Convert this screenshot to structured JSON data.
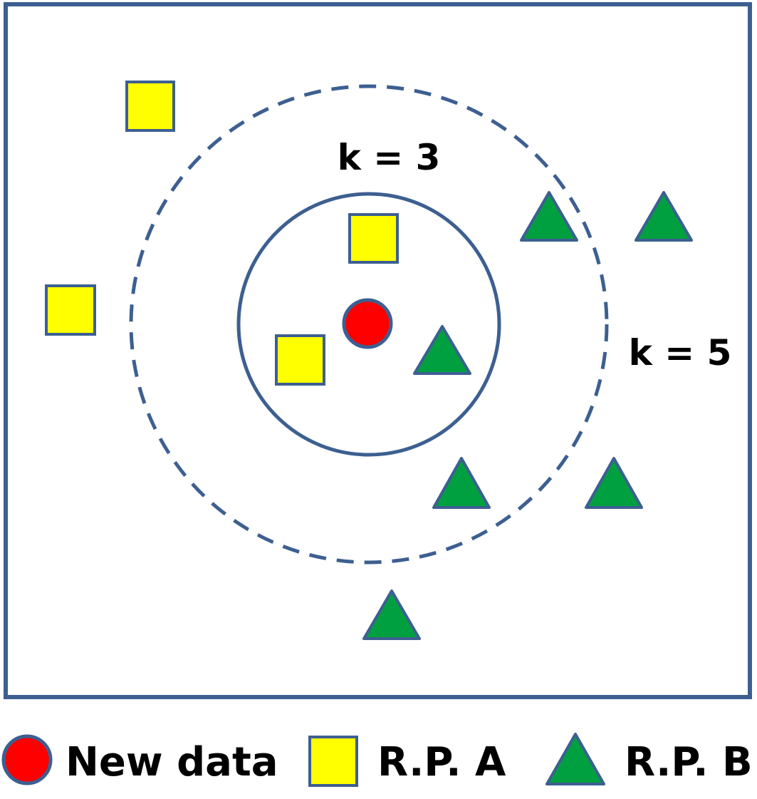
{
  "colors": {
    "stroke": "#3d5f91",
    "new_data": "#ff0000",
    "rp_a": "#ffff00",
    "rp_b": "#00a040"
  },
  "labels": {
    "k3": "k = 3",
    "k5": "k = 5"
  },
  "legend": {
    "new_data": "New data",
    "rp_a": "R.P. A",
    "rp_b": "R.P. B"
  }
}
